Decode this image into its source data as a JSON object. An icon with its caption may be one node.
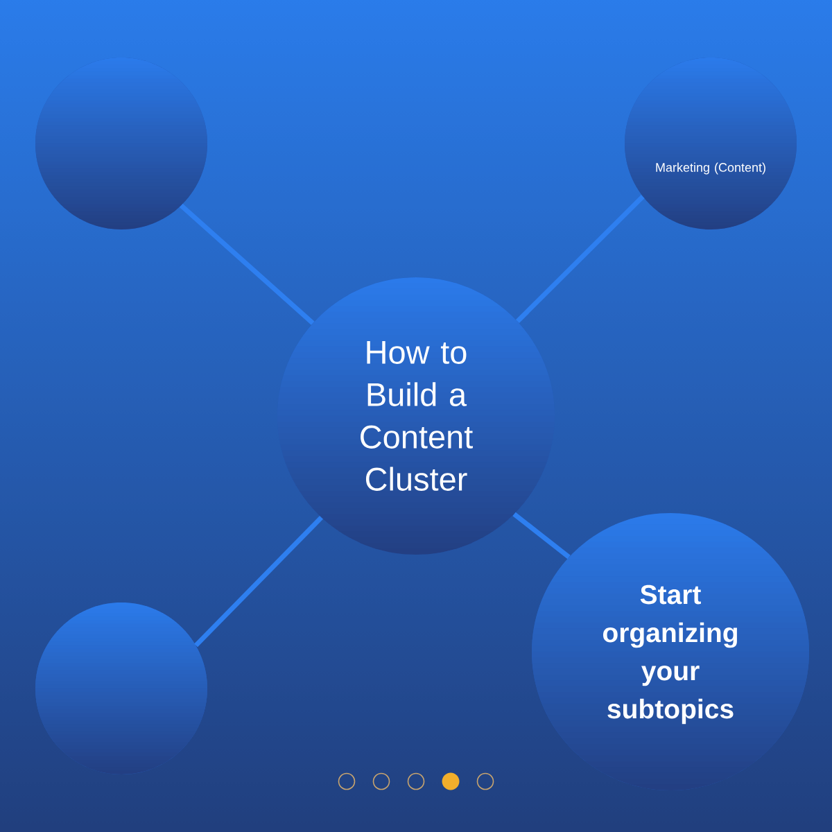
{
  "diagram": {
    "nodes": [
      {
        "text": [],
        "shape": "circle"
      },
      {
        "text": [
          "Marketing (Content)"
        ]
      },
      {
        "text": [
          "How to Build a Content Cluster"
        ]
      },
      {
        "text": [],
        "shape": "circle"
      },
      {
        "text": [
          "Start organizing your subtopics"
        ]
      }
    ],
    "edges": [
      {
        "from": 2,
        "to": 0,
        "arrow": "none"
      },
      {
        "from": 2,
        "to": 1,
        "arrow": "none"
      },
      {
        "from": 2,
        "to": 3,
        "arrow": "none"
      },
      {
        "from": 2,
        "to": 4,
        "arrow": "none"
      }
    ]
  }
}
